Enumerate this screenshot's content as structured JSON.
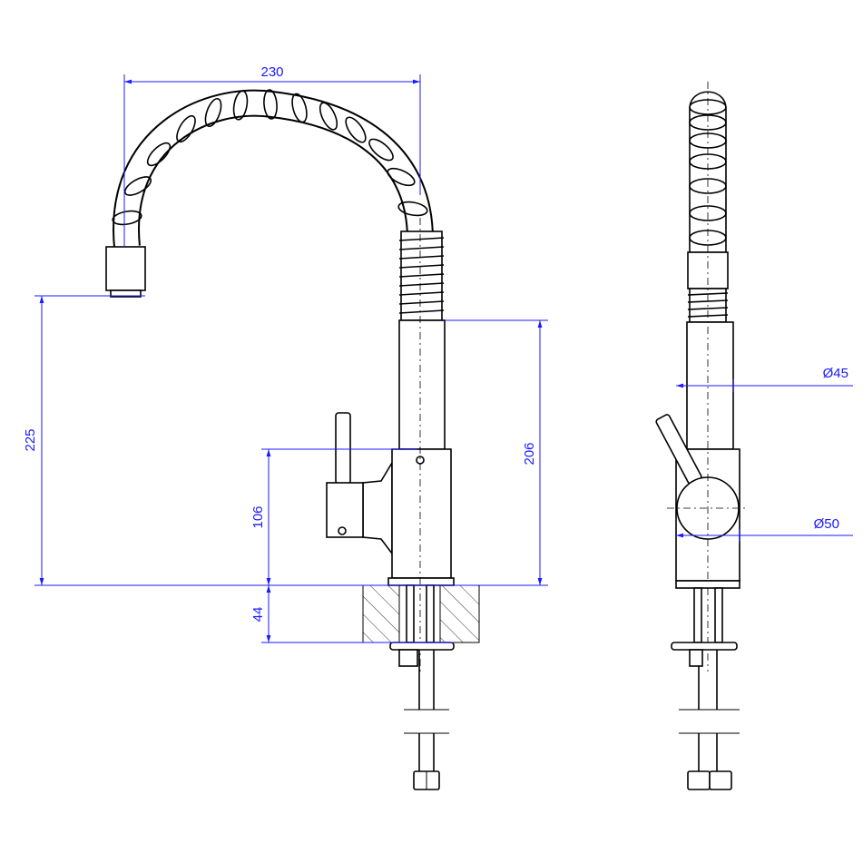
{
  "drawing": {
    "title": "Faucet technical drawing",
    "dimension_color": "#1a1aff",
    "dimensions": {
      "spout_reach": "230",
      "spout_height": "225",
      "body_height": "106",
      "counter_thickness": "44",
      "column_height": "206",
      "tube_diameter": "Ø45",
      "body_diameter": "Ø50"
    }
  }
}
